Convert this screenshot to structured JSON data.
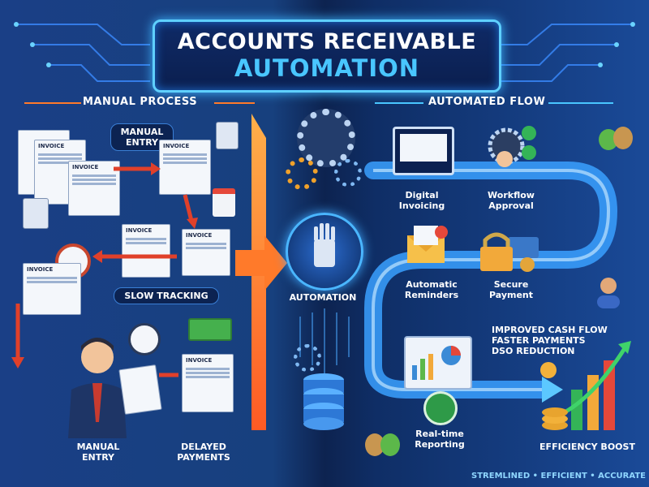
{
  "title": {
    "line1": "ACCOUNTS RECEIVABLE",
    "line2": "AUTOMATION"
  },
  "manual": {
    "header": "MANUAL PROCESS",
    "manual_entry_top": "MANUAL\nENTRY",
    "invoice_label": "INVOICE",
    "slow_tracking": "SLOW TRACKING",
    "manual_entry_bottom": "MANUAL\nENTRY",
    "delayed_payments": "DELAYED\nPAYMENTS"
  },
  "center": {
    "label": "AUTOMATION"
  },
  "automated": {
    "header": "AUTOMATED FLOW",
    "steps": [
      {
        "label": "Digital\nInvoicing"
      },
      {
        "label": "Workflow\nApproval"
      },
      {
        "label": "Automatic\nReminders"
      },
      {
        "label": "Secure\nPayment"
      },
      {
        "label": "Real-time\nReporting"
      }
    ],
    "benefits": [
      "IMPROVED CASH FLOW",
      "FASTER PAYMENTS",
      "DSO REDUCTION"
    ],
    "efficiency": "EFFICIENCY BOOST",
    "footer": "STREMLINED • EFFICIENT • ACCURATE"
  },
  "colors": {
    "accent_blue": "#49c6ff",
    "arrow_orange": "#ff7a2a",
    "arrow_red": "#e0402a",
    "pipe_blue": "#3aa0ff"
  }
}
